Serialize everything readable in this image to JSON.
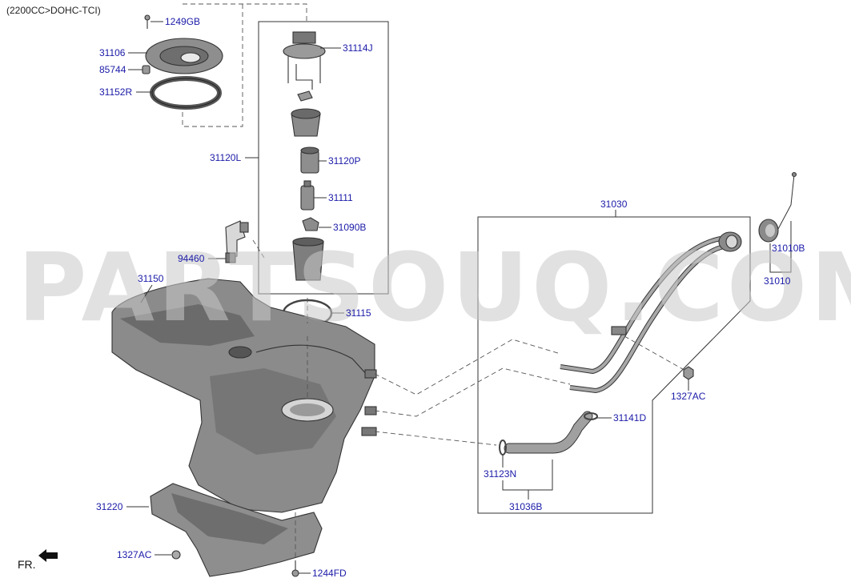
{
  "header": {
    "engine_variant": "(2200CC>DOHC-TCI)"
  },
  "watermark": "PARTSOUQ.COM",
  "direction_marker": "FR.",
  "colors": {
    "label": "#1a1aa8",
    "part_fill": "#8e8e8e",
    "part_dark": "#5e5e5e",
    "line": "#333333"
  },
  "labels": {
    "l1249GB": "1249GB",
    "l31106": "31106",
    "l85744": "85744",
    "l31152R": "31152R",
    "l31114J": "31114J",
    "l31120L": "31120L",
    "l31120P": "31120P",
    "l31111": "31111",
    "l31090B": "31090B",
    "l94460": "94460",
    "l31150": "31150",
    "l31115": "31115",
    "l31030": "31030",
    "l31010B": "31010B",
    "l31010": "31010",
    "l1327AC_right": "1327AC",
    "l31141D": "31141D",
    "l31123N": "31123N",
    "l31036B": "31036B",
    "l31220": "31220",
    "l1327AC_left": "1327AC",
    "l1244FD": "1244FD"
  }
}
